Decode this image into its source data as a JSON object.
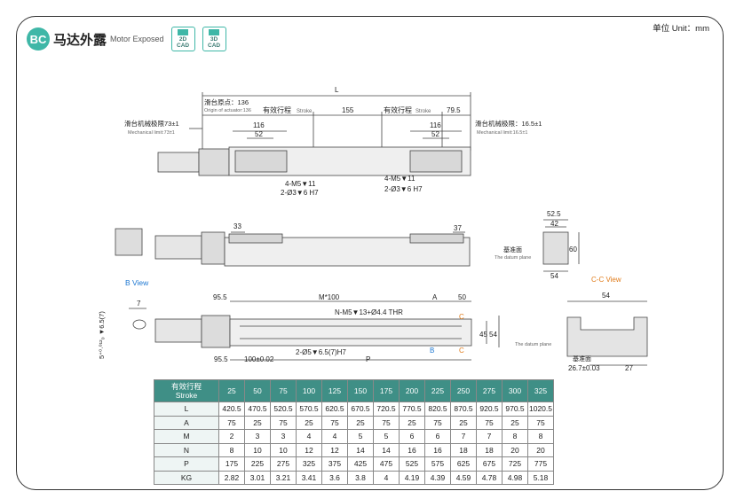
{
  "header": {
    "badge": "BC",
    "title_cn": "马达外露",
    "title_en": "Motor Exposed",
    "cad2d": [
      "2D",
      "CAD"
    ],
    "cad3d": [
      "3D",
      "CAD"
    ],
    "unit": "单位 Unit：mm"
  },
  "colors": {
    "accent": "#3fb7a7",
    "table_head": "#3f8f86",
    "callout_blue": "#1e78d2",
    "callout_orange": "#e07b1a"
  },
  "top_view": {
    "L": "L",
    "origin_cn": "滑台原点：136",
    "origin_en": "Origin of actuator:136",
    "stroke_cn1": "有效行程",
    "stroke_en1": "Stroke",
    "dim155": "155",
    "stroke_cn2": "有效行程",
    "stroke_en2": "Stroke",
    "dim79_5": "79.5",
    "mech_left_cn": "滑台机械极限73±1",
    "mech_left_en": "Mechanical limit:73±1",
    "mech_right_cn": "滑台机械极限：16.5±1",
    "mech_right_en": "Mechanical limit:16.5±1",
    "d116a": "116",
    "d52a": "52",
    "d116b": "116",
    "d52b": "52",
    "m5a": "4-M5▼11",
    "hole_a": "2-Ø3▼6 H7",
    "m5b": "4-M5▼11",
    "hole_b": "2-Ø3▼6 H7"
  },
  "side_view": {
    "d33": "33",
    "d37": "37"
  },
  "end_view": {
    "d52_5": "52.5",
    "d42": "42",
    "d60": "60",
    "d54": "54",
    "datum_cn": "基准面",
    "datum_en": "The datum plane"
  },
  "b_view": {
    "title": "B View",
    "d7": "7",
    "tol": "5⁺⁰·⁰¹²₀ ▼6.5(7)"
  },
  "bottom_view": {
    "d95_5a": "95.5",
    "m100": "M*100",
    "A": "A",
    "d50": "50",
    "nm5": "N-M5▼13+Ø4.4 THR",
    "C1": "C",
    "C2": "C",
    "B": "B",
    "d45": "45",
    "d54": "54",
    "d95_5b": "95.5",
    "d100": "100±0.02",
    "hole": "2-Ø5▼6.5(7)H7",
    "P": "P"
  },
  "cc_view": {
    "title": "C-C View",
    "d54": "54",
    "datum_en": "The datum plane",
    "datum_cn": "基准面",
    "d26": "26.7±0.03",
    "d27": "27"
  },
  "table": {
    "head_cn": "有效行程",
    "head_en": "Stroke",
    "strokes": [
      "25",
      "50",
      "75",
      "100",
      "125",
      "150",
      "175",
      "200",
      "225",
      "250",
      "275",
      "300",
      "325"
    ],
    "rows": [
      {
        "label": "L",
        "values": [
          "420.5",
          "470.5",
          "520.5",
          "570.5",
          "620.5",
          "670.5",
          "720.5",
          "770.5",
          "820.5",
          "870.5",
          "920.5",
          "970.5",
          "1020.5"
        ]
      },
      {
        "label": "A",
        "values": [
          "75",
          "25",
          "75",
          "25",
          "75",
          "25",
          "75",
          "25",
          "75",
          "25",
          "75",
          "25",
          "75"
        ]
      },
      {
        "label": "M",
        "values": [
          "2",
          "3",
          "3",
          "4",
          "4",
          "5",
          "5",
          "6",
          "6",
          "7",
          "7",
          "8",
          "8"
        ]
      },
      {
        "label": "N",
        "values": [
          "8",
          "10",
          "10",
          "12",
          "12",
          "14",
          "14",
          "16",
          "16",
          "18",
          "18",
          "20",
          "20"
        ]
      },
      {
        "label": "P",
        "values": [
          "175",
          "225",
          "275",
          "325",
          "375",
          "425",
          "475",
          "525",
          "575",
          "625",
          "675",
          "725",
          "775"
        ]
      },
      {
        "label": "KG",
        "values": [
          "2.82",
          "3.01",
          "3.21",
          "3.41",
          "3.6",
          "3.8",
          "4",
          "4.19",
          "4.39",
          "4.59",
          "4.78",
          "4.98",
          "5.18"
        ]
      }
    ]
  }
}
